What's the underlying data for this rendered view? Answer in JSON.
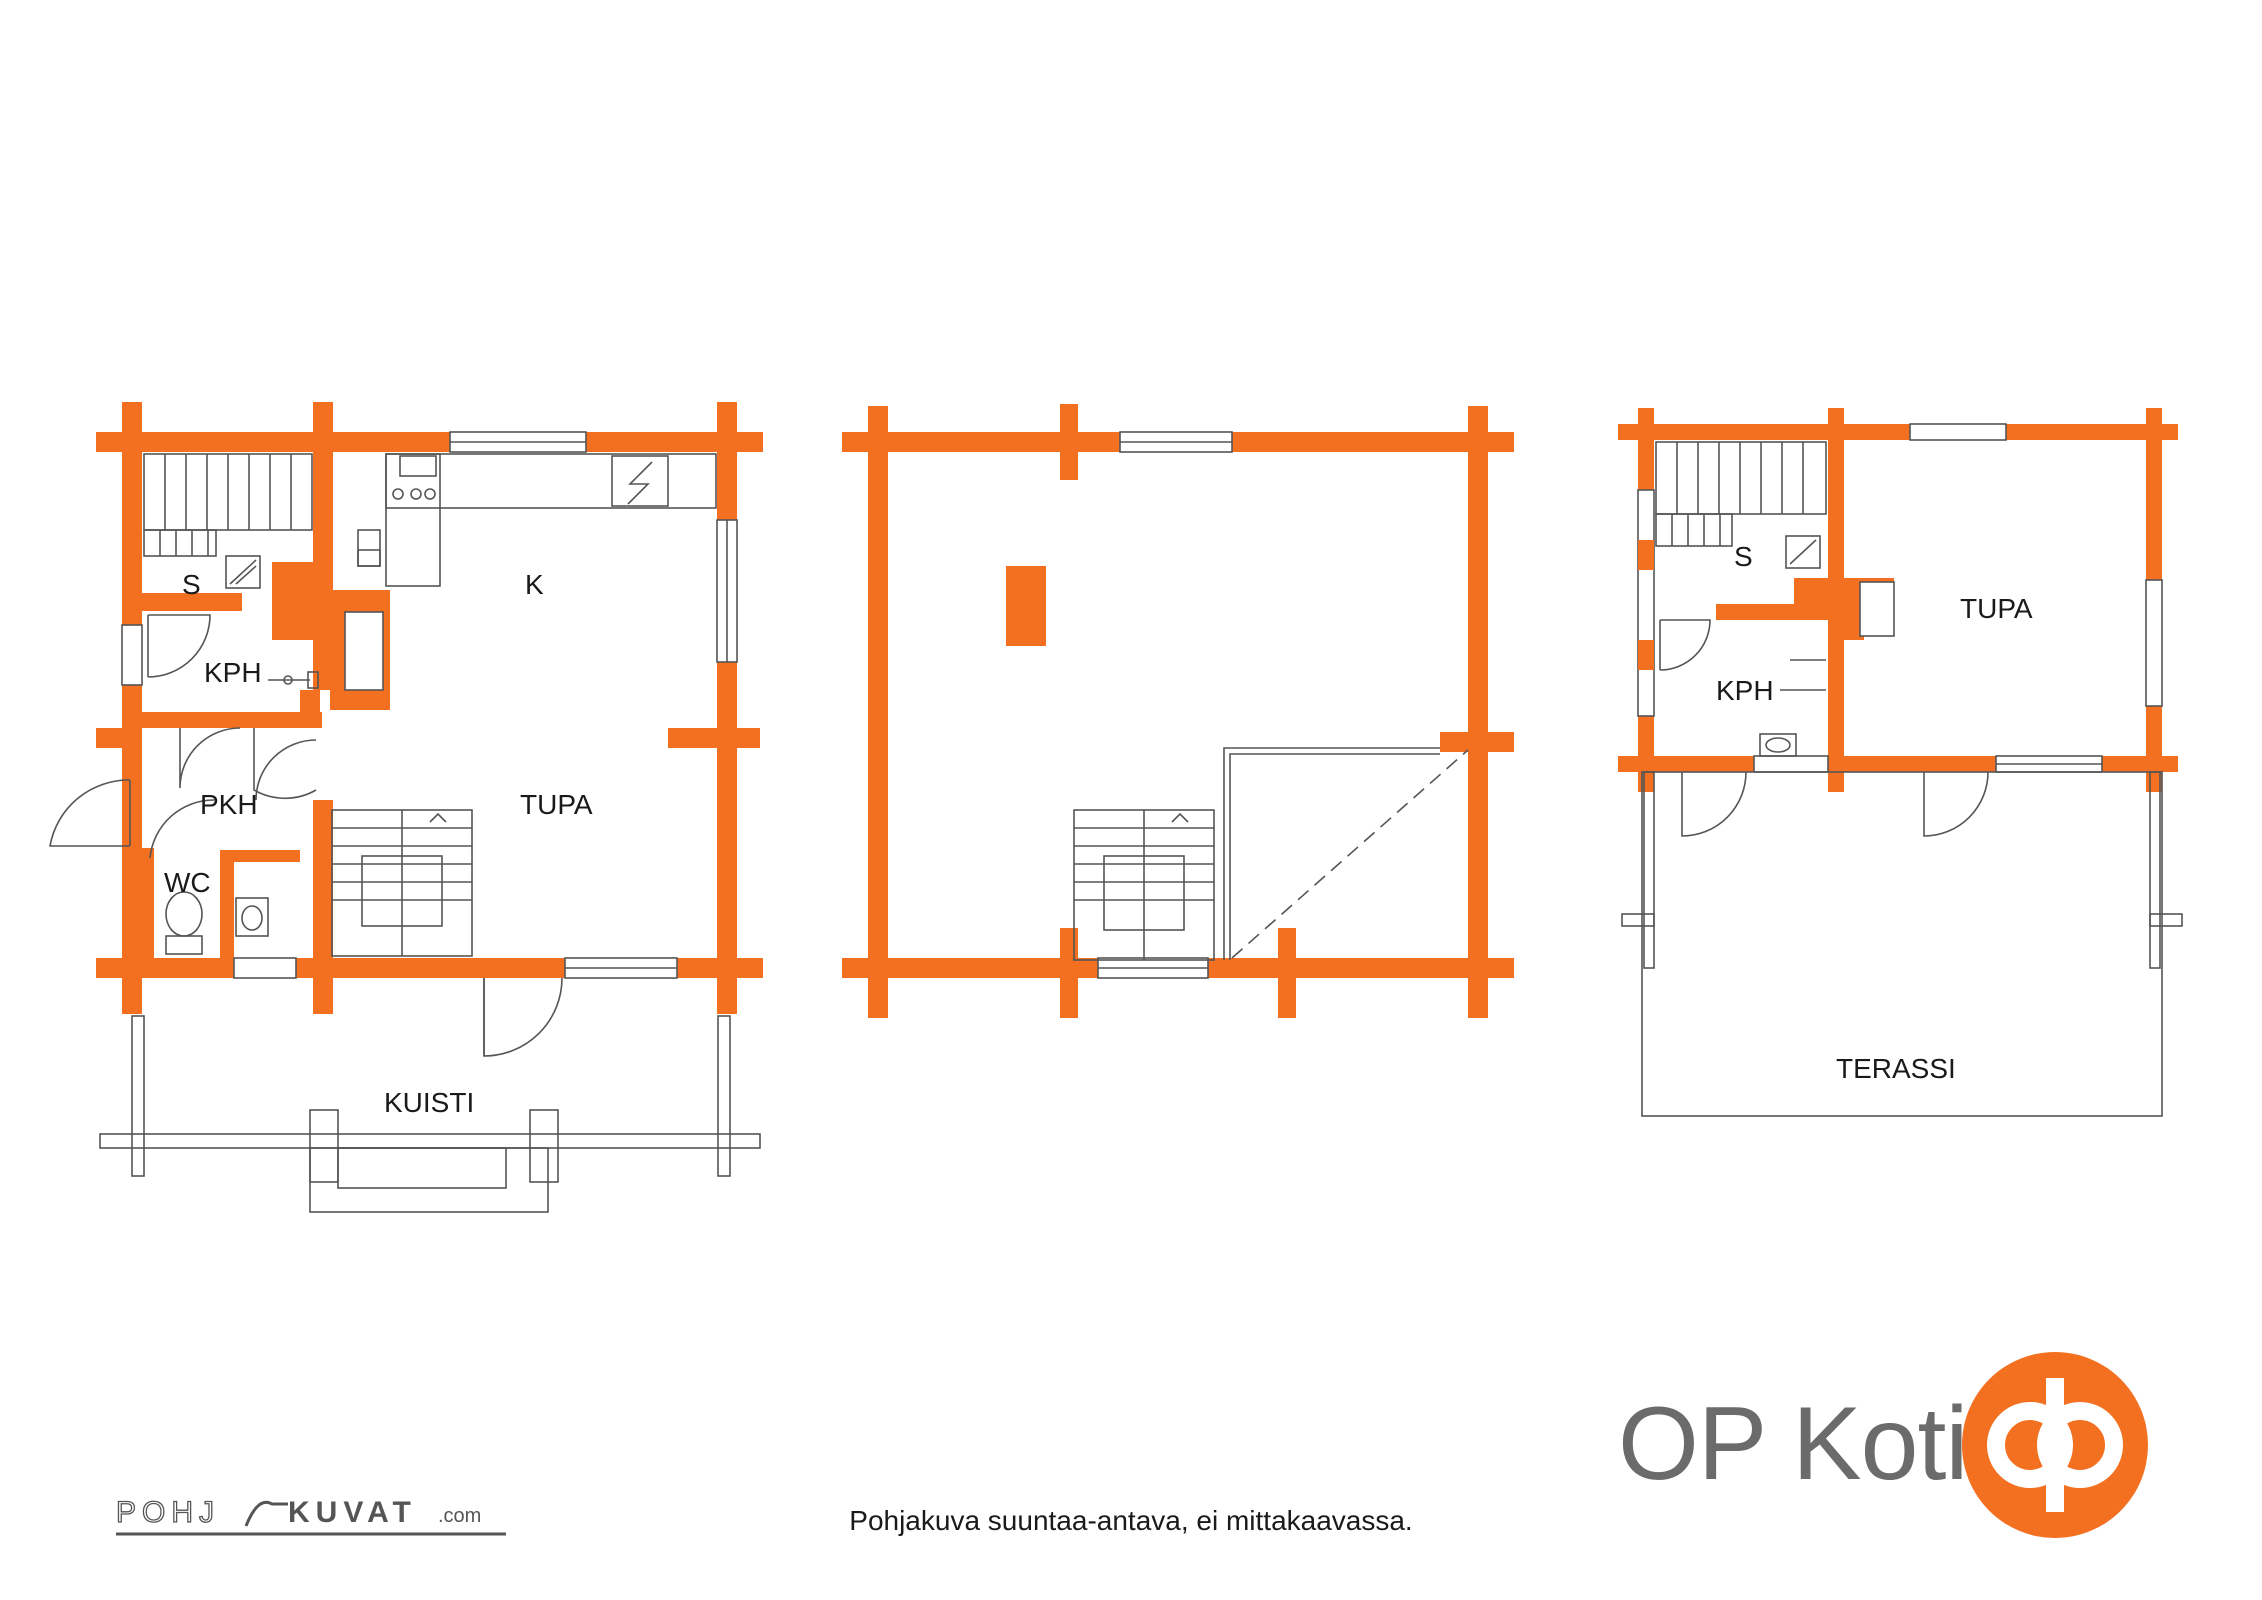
{
  "rooms": {
    "f1_s": "S",
    "f1_k": "K",
    "f1_kph": "KPH",
    "f1_pkh": "PKH",
    "f1_tupa": "TUPA",
    "f1_wc": "WC",
    "f1_kuisti": "KUISTI",
    "f3_s": "S",
    "f3_tupa": "TUPA",
    "f3_kph": "KPH",
    "f3_terassi": "TERASSI"
  },
  "caption": "Pohjakuva suuntaa-antava, ei mittakaavassa.",
  "brand": {
    "name": "OP Koti",
    "color": "#f37021",
    "text_color": "#6b6b6b"
  },
  "watermark": {
    "left": "POHJ",
    "right": "KUVAT",
    "suffix": ".com"
  },
  "colors": {
    "wall": "#f37021",
    "line": "#555555",
    "background": "#ffffff"
  }
}
